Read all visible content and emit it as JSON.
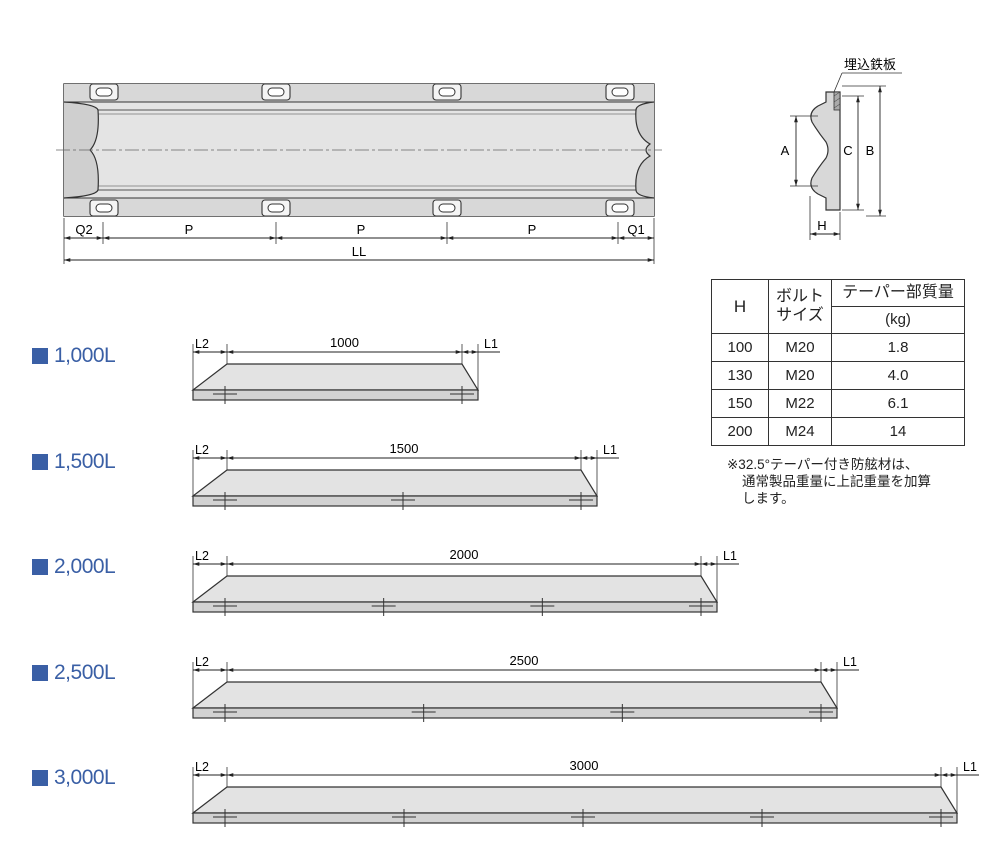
{
  "top_view": {
    "dims": {
      "q2": "Q2",
      "p": "P",
      "q1": "Q1",
      "ll": "LL"
    }
  },
  "section_view": {
    "plate_label": "埋込鉄板",
    "dims": {
      "a": "A",
      "b": "B",
      "c": "C",
      "h": "H"
    }
  },
  "variants": [
    {
      "label": "1,000L",
      "l2": "L2",
      "length": "1000",
      "l1": "L1",
      "bolts": 2
    },
    {
      "label": "1,500L",
      "l2": "L2",
      "length": "1500",
      "l1": "L1",
      "bolts": 3
    },
    {
      "label": "2,000L",
      "l2": "L2",
      "length": "2000",
      "l1": "L1",
      "bolts": 4
    },
    {
      "label": "2,500L",
      "l2": "L2",
      "length": "2500",
      "l1": "L1",
      "bolts": 4
    },
    {
      "label": "3,000L",
      "l2": "L2",
      "length": "3000",
      "l1": "L1",
      "bolts": 5
    }
  ],
  "table": {
    "h_header": "H",
    "bolt_header_1": "ボルト",
    "bolt_header_2": "サイズ",
    "weight_header": "テーパー部質量",
    "weight_unit": "(kg)",
    "rows": [
      {
        "h": "100",
        "bolt": "M20",
        "weight": "1.8"
      },
      {
        "h": "130",
        "bolt": "M20",
        "weight": "4.0"
      },
      {
        "h": "150",
        "bolt": "M22",
        "weight": "6.1"
      },
      {
        "h": "200",
        "bolt": "M24",
        "weight": "14"
      }
    ]
  },
  "note": {
    "line1": "※32.5°テーパー付き防舷材は、",
    "line2": "通常製品重量に上記重量を加算",
    "line3": "します。"
  }
}
